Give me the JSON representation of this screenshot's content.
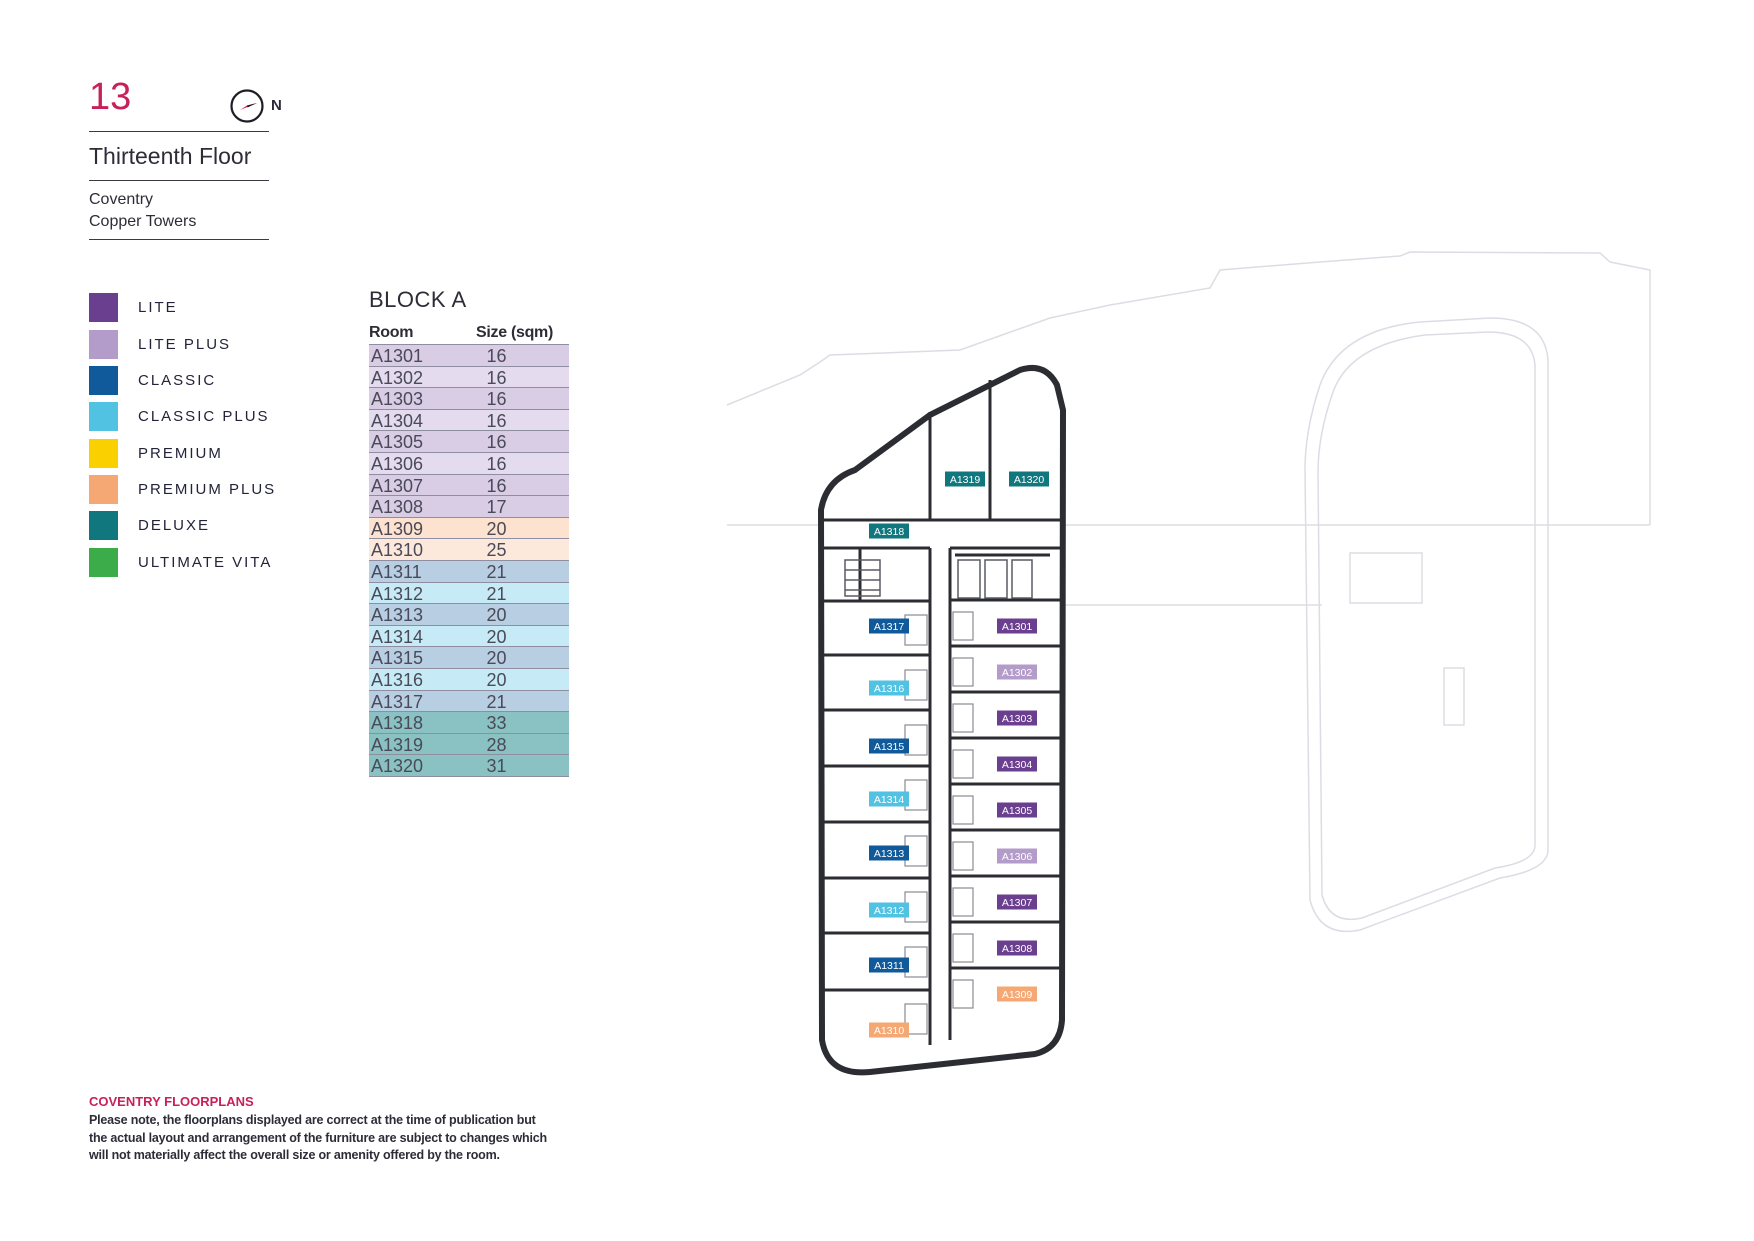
{
  "header": {
    "floor_number": "13",
    "north_label": "N",
    "floor_title": "Thirteenth Floor",
    "location_line1": "Coventry",
    "location_line2": "Copper Towers"
  },
  "legend": [
    {
      "label": "LITE",
      "color": "#6b3f8f"
    },
    {
      "label": "LITE PLUS",
      "color": "#b39cc9"
    },
    {
      "label": "CLASSIC",
      "color": "#105a9c"
    },
    {
      "label": "CLASSIC PLUS",
      "color": "#52c2e3"
    },
    {
      "label": "PREMIUM",
      "color": "#fbd000"
    },
    {
      "label": "PREMIUM PLUS",
      "color": "#f5a873"
    },
    {
      "label": "DELUXE",
      "color": "#11777e"
    },
    {
      "label": "ULTIMATE VITA",
      "color": "#3cab4a"
    }
  ],
  "table": {
    "block_title": "BLOCK A",
    "col_room": "Room",
    "col_size": "Size (sqm)",
    "rows": [
      {
        "room": "A1301",
        "size": "16",
        "bg": "#d9cce5"
      },
      {
        "room": "A1302",
        "size": "16",
        "bg": "#e4dbee"
      },
      {
        "room": "A1303",
        "size": "16",
        "bg": "#d9cce5"
      },
      {
        "room": "A1304",
        "size": "16",
        "bg": "#e4dbee"
      },
      {
        "room": "A1305",
        "size": "16",
        "bg": "#d9cce5"
      },
      {
        "room": "A1306",
        "size": "16",
        "bg": "#e4dbee"
      },
      {
        "room": "A1307",
        "size": "16",
        "bg": "#d9cce5"
      },
      {
        "room": "A1308",
        "size": "17",
        "bg": "#d9cce5"
      },
      {
        "room": "A1309",
        "size": "20",
        "bg": "#fce2cf"
      },
      {
        "room": "A1310",
        "size": "25",
        "bg": "#fce9db"
      },
      {
        "room": "A1311",
        "size": "21",
        "bg": "#b7cee3"
      },
      {
        "room": "A1312",
        "size": "21",
        "bg": "#c7ebf6"
      },
      {
        "room": "A1313",
        "size": "20",
        "bg": "#b7cee3"
      },
      {
        "room": "A1314",
        "size": "20",
        "bg": "#c7ebf6"
      },
      {
        "room": "A1315",
        "size": "20",
        "bg": "#b7cee3"
      },
      {
        "room": "A1316",
        "size": "20",
        "bg": "#c7ebf6"
      },
      {
        "room": "A1317",
        "size": "21",
        "bg": "#b7cee3"
      },
      {
        "room": "A1318",
        "size": "33",
        "bg": "#8ac1c3"
      },
      {
        "room": "A1319",
        "size": "28",
        "bg": "#8ac1c3"
      },
      {
        "room": "A1320",
        "size": "31",
        "bg": "#8ac1c3"
      }
    ]
  },
  "plan_labels": [
    {
      "room": "A1319",
      "color": "#11777e"
    },
    {
      "room": "A1320",
      "color": "#11777e"
    },
    {
      "room": "A1318",
      "color": "#11777e"
    },
    {
      "room": "A1317",
      "color": "#105a9c"
    },
    {
      "room": "A1316",
      "color": "#52c2e3"
    },
    {
      "room": "A1315",
      "color": "#105a9c"
    },
    {
      "room": "A1314",
      "color": "#52c2e3"
    },
    {
      "room": "A1313",
      "color": "#105a9c"
    },
    {
      "room": "A1312",
      "color": "#52c2e3"
    },
    {
      "room": "A1311",
      "color": "#105a9c"
    },
    {
      "room": "A1310",
      "color": "#f5a873"
    },
    {
      "room": "A1301",
      "color": "#6b3f8f"
    },
    {
      "room": "A1302",
      "color": "#b39cc9"
    },
    {
      "room": "A1303",
      "color": "#6b3f8f"
    },
    {
      "room": "A1304",
      "color": "#6b3f8f"
    },
    {
      "room": "A1305",
      "color": "#6b3f8f"
    },
    {
      "room": "A1306",
      "color": "#b39cc9"
    },
    {
      "room": "A1307",
      "color": "#6b3f8f"
    },
    {
      "room": "A1308",
      "color": "#6b3f8f"
    },
    {
      "room": "A1309",
      "color": "#f5a873"
    }
  ],
  "disclaimer": {
    "title": "COVENTRY FLOORPLANS",
    "line1": "Please note, the floorplans displayed are correct at the time of publication but",
    "line2": "the actual layout and arrangement of the furniture are subject to changes which",
    "line3": "will not materially affect the overall size or amenity offered by the room."
  }
}
